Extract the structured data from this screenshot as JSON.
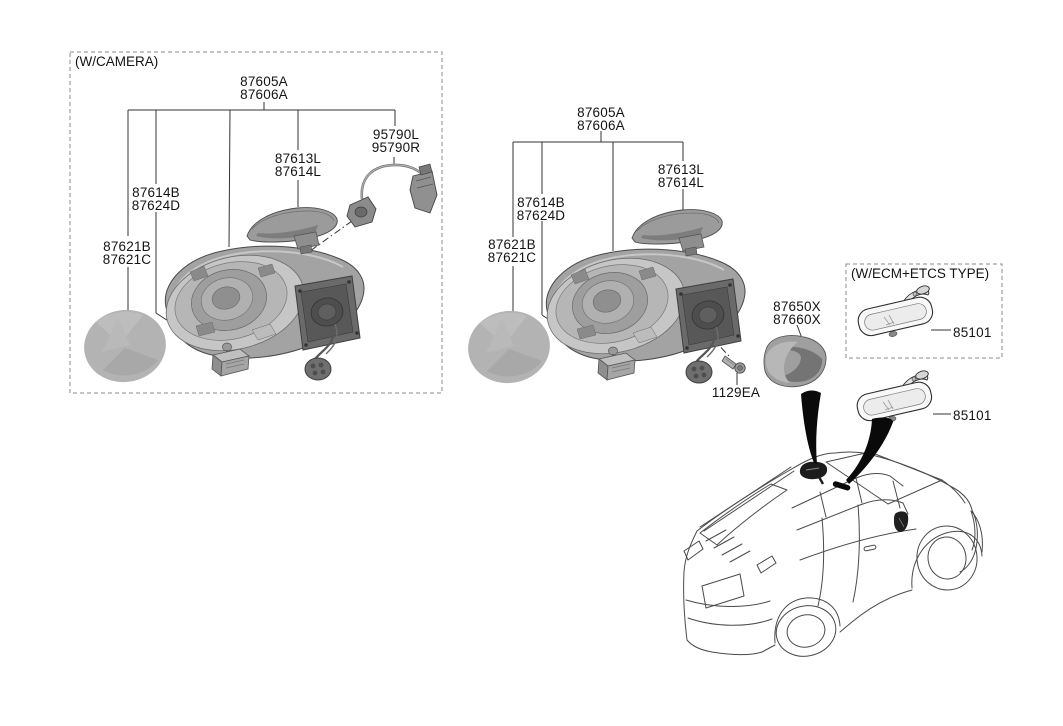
{
  "figure": {
    "background": "#ffffff",
    "line_color": "#3c3c3c",
    "box_border_color": "#8a8a8a",
    "arrow_color": "#0a0a0a"
  },
  "camera_section": {
    "title": "(W/CAMERA)",
    "labels": {
      "mirror_assembly": [
        "87605A",
        "87606A"
      ],
      "camera_harness": [
        "95790L",
        "95790R"
      ],
      "turn_signal_lamp": [
        "87613L",
        "87614L"
      ],
      "actuator": [
        "87614B",
        "87624D"
      ],
      "mirror_glass": [
        "87621B",
        "87621C"
      ]
    }
  },
  "standard_section": {
    "labels": {
      "mirror_assembly": [
        "87605A",
        "87606A"
      ],
      "turn_signal_lamp": [
        "87613L",
        "87614L"
      ],
      "actuator": [
        "87614B",
        "87624D"
      ],
      "mirror_glass": [
        "87621B",
        "87621C"
      ],
      "mirror_cover": [
        "87650X",
        "87660X"
      ],
      "bolt": "1129EA"
    }
  },
  "inside_mirror_section": {
    "ecm_box_title": "(W/ECM+ETCS TYPE)",
    "ecm_mirror_label": "85101",
    "standard_mirror_label": "85101"
  }
}
